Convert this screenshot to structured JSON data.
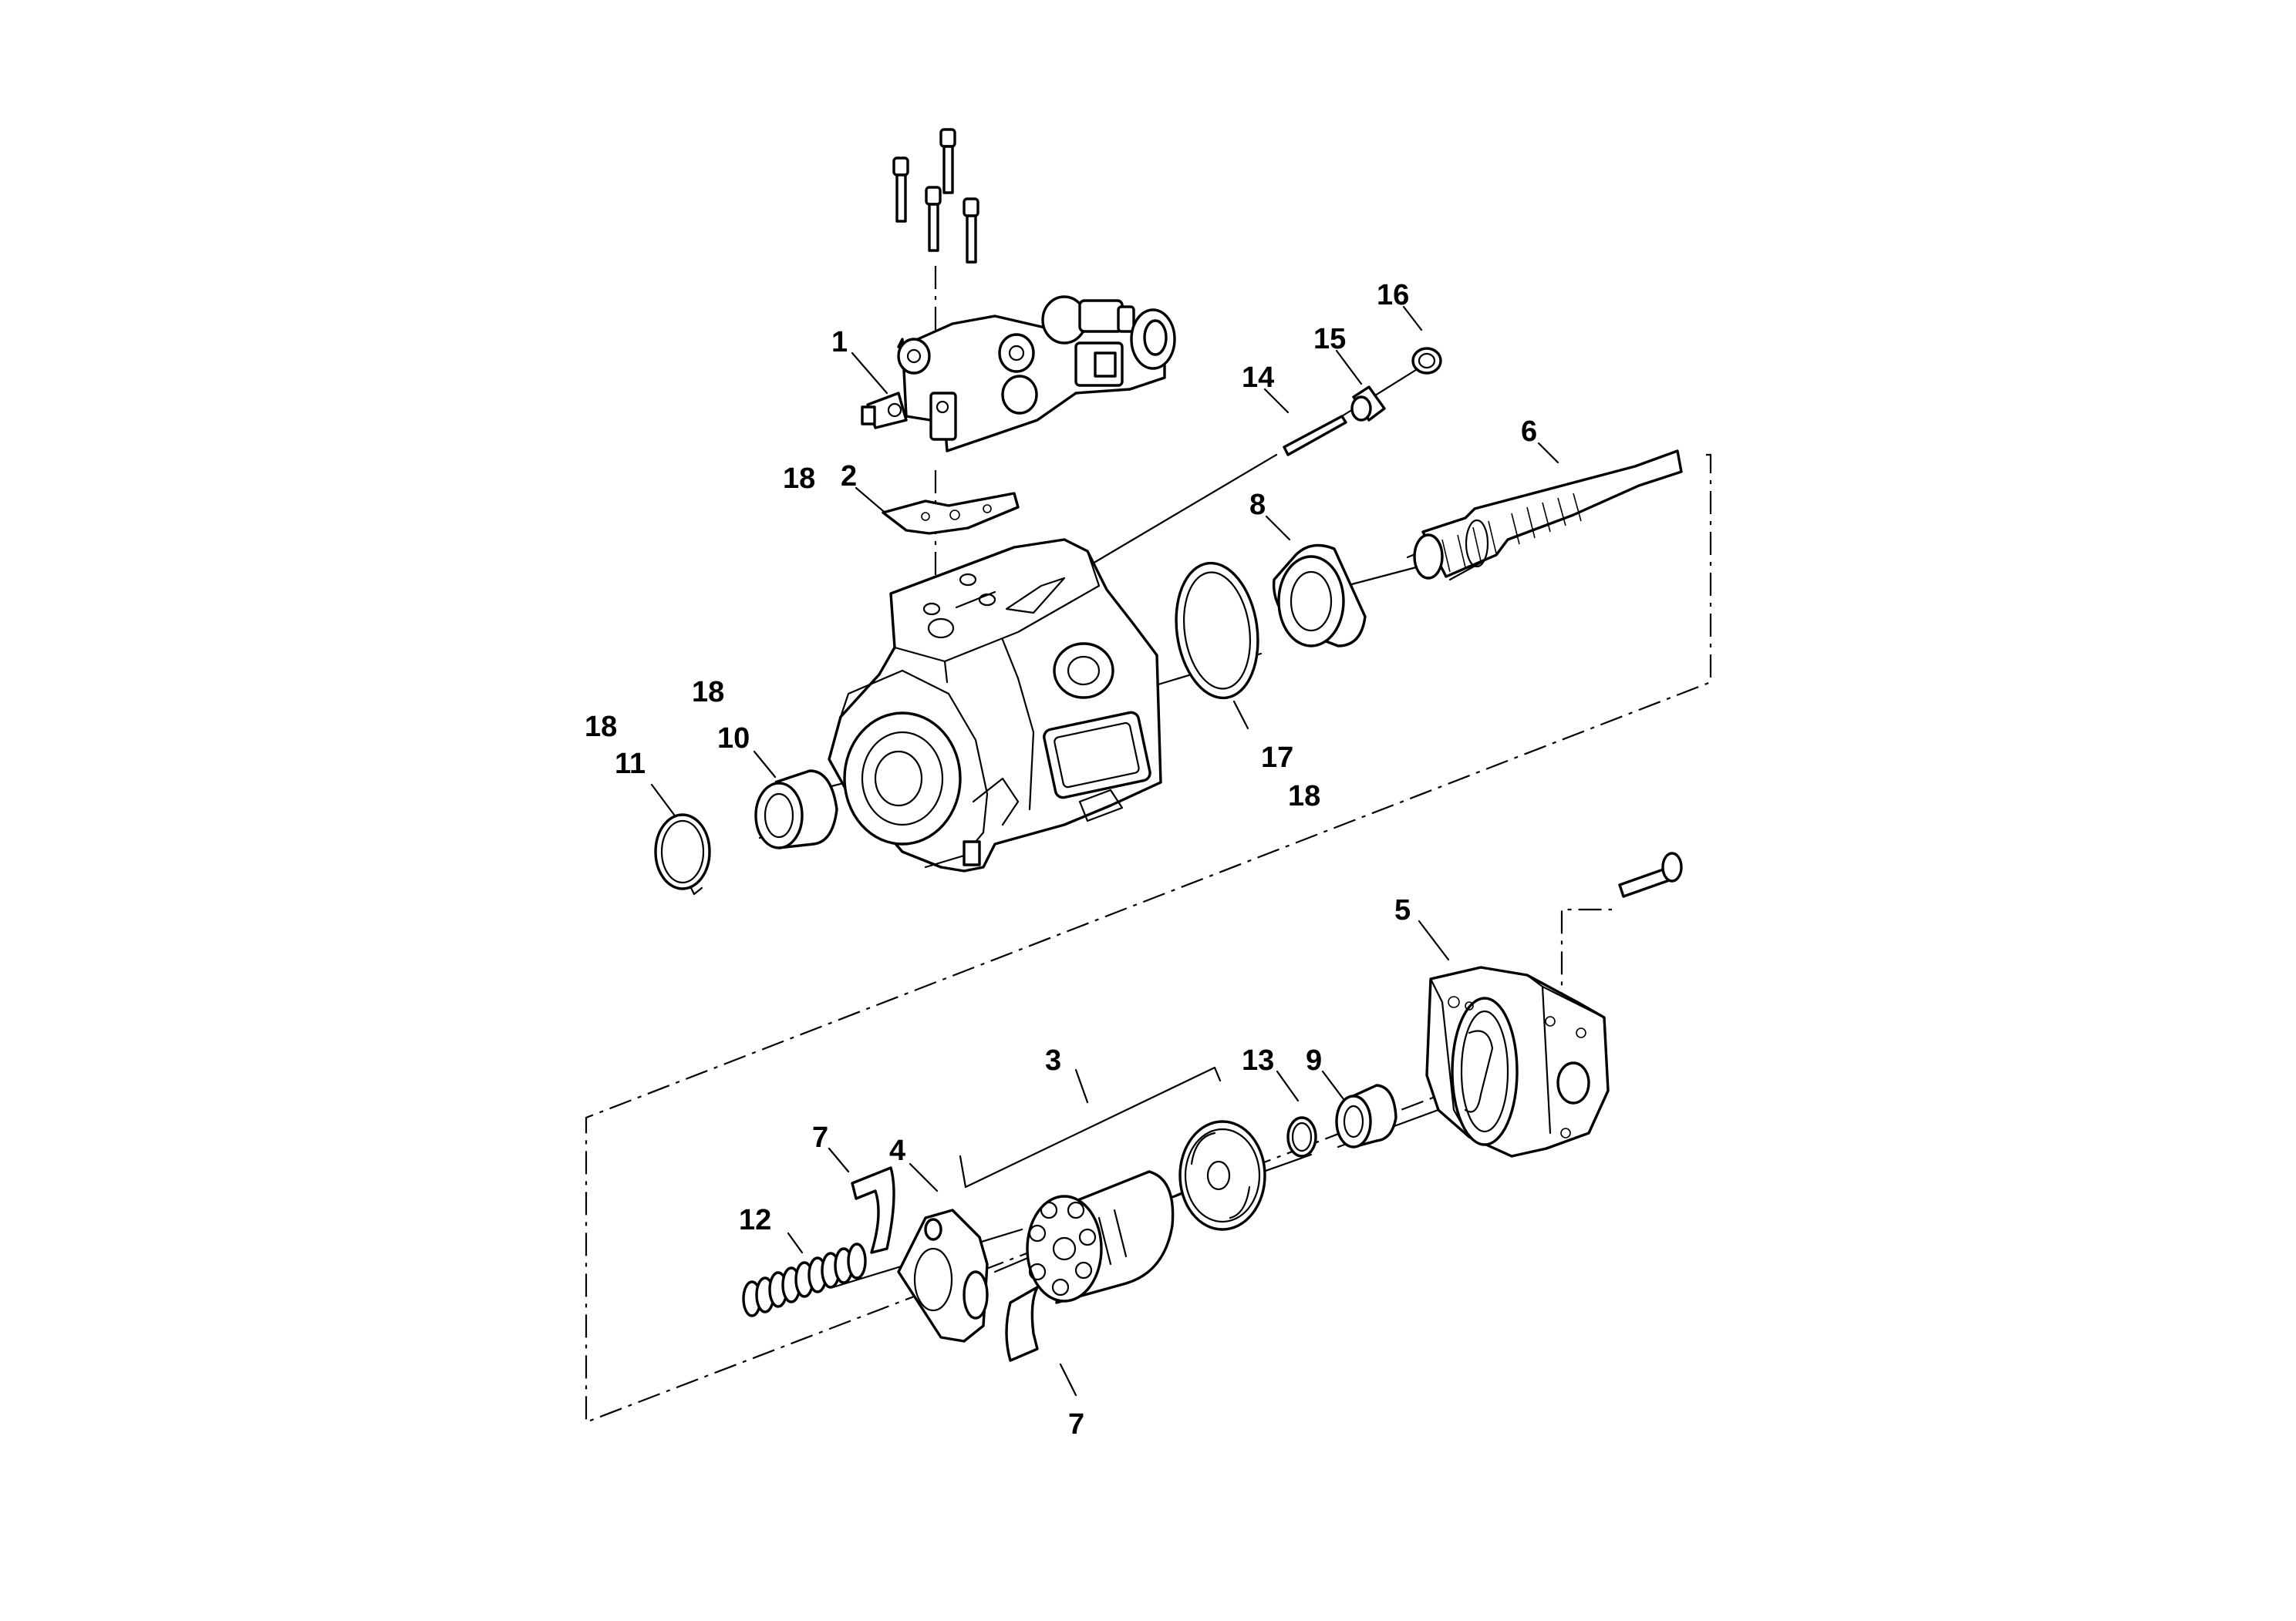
{
  "callouts": {
    "c1": "1",
    "c2": "2",
    "c3": "3",
    "c4": "4",
    "c5": "5",
    "c6": "6",
    "c7a": "7",
    "c7b": "7",
    "c8": "8",
    "c9": "9",
    "c10": "10",
    "c11": "11",
    "c12": "12",
    "c13": "13",
    "c14": "14",
    "c15": "15",
    "c16": "16",
    "c17": "17",
    "c18a": "18",
    "c18b": "18",
    "c18c": "18",
    "c18d": "18"
  }
}
